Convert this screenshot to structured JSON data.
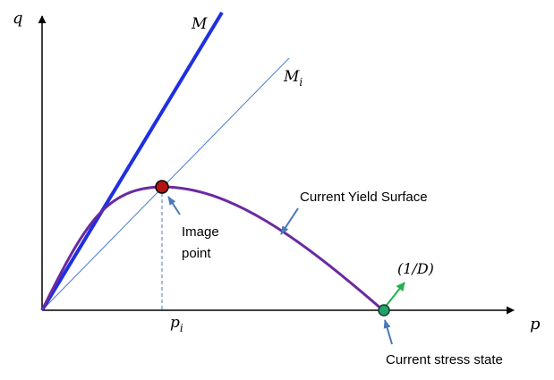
{
  "axes": {
    "y_label": "q",
    "x_label": "p"
  },
  "lines": {
    "critical_state": "M",
    "image_line_base": "M",
    "image_line_sub": "i"
  },
  "markers": {
    "p_i_base": "p",
    "p_i_sub": "i",
    "flow_direction": "(1/D)"
  },
  "annotations": {
    "yield_surface": "Current Yield Surface",
    "image_point_line1": "Image",
    "image_point_line2": "point",
    "stress_state": "Current stress state"
  },
  "colors": {
    "critical_state_line": "#1f2fe0",
    "image_line": "#4a7fd0",
    "yield_surface": "#6a2aa0",
    "image_point_fill": "#b41414",
    "stress_state_fill": "#1fa46a",
    "flow_arrow": "#20b050",
    "annotation_arrow": "#4a78b8",
    "axis": "#000000"
  }
}
